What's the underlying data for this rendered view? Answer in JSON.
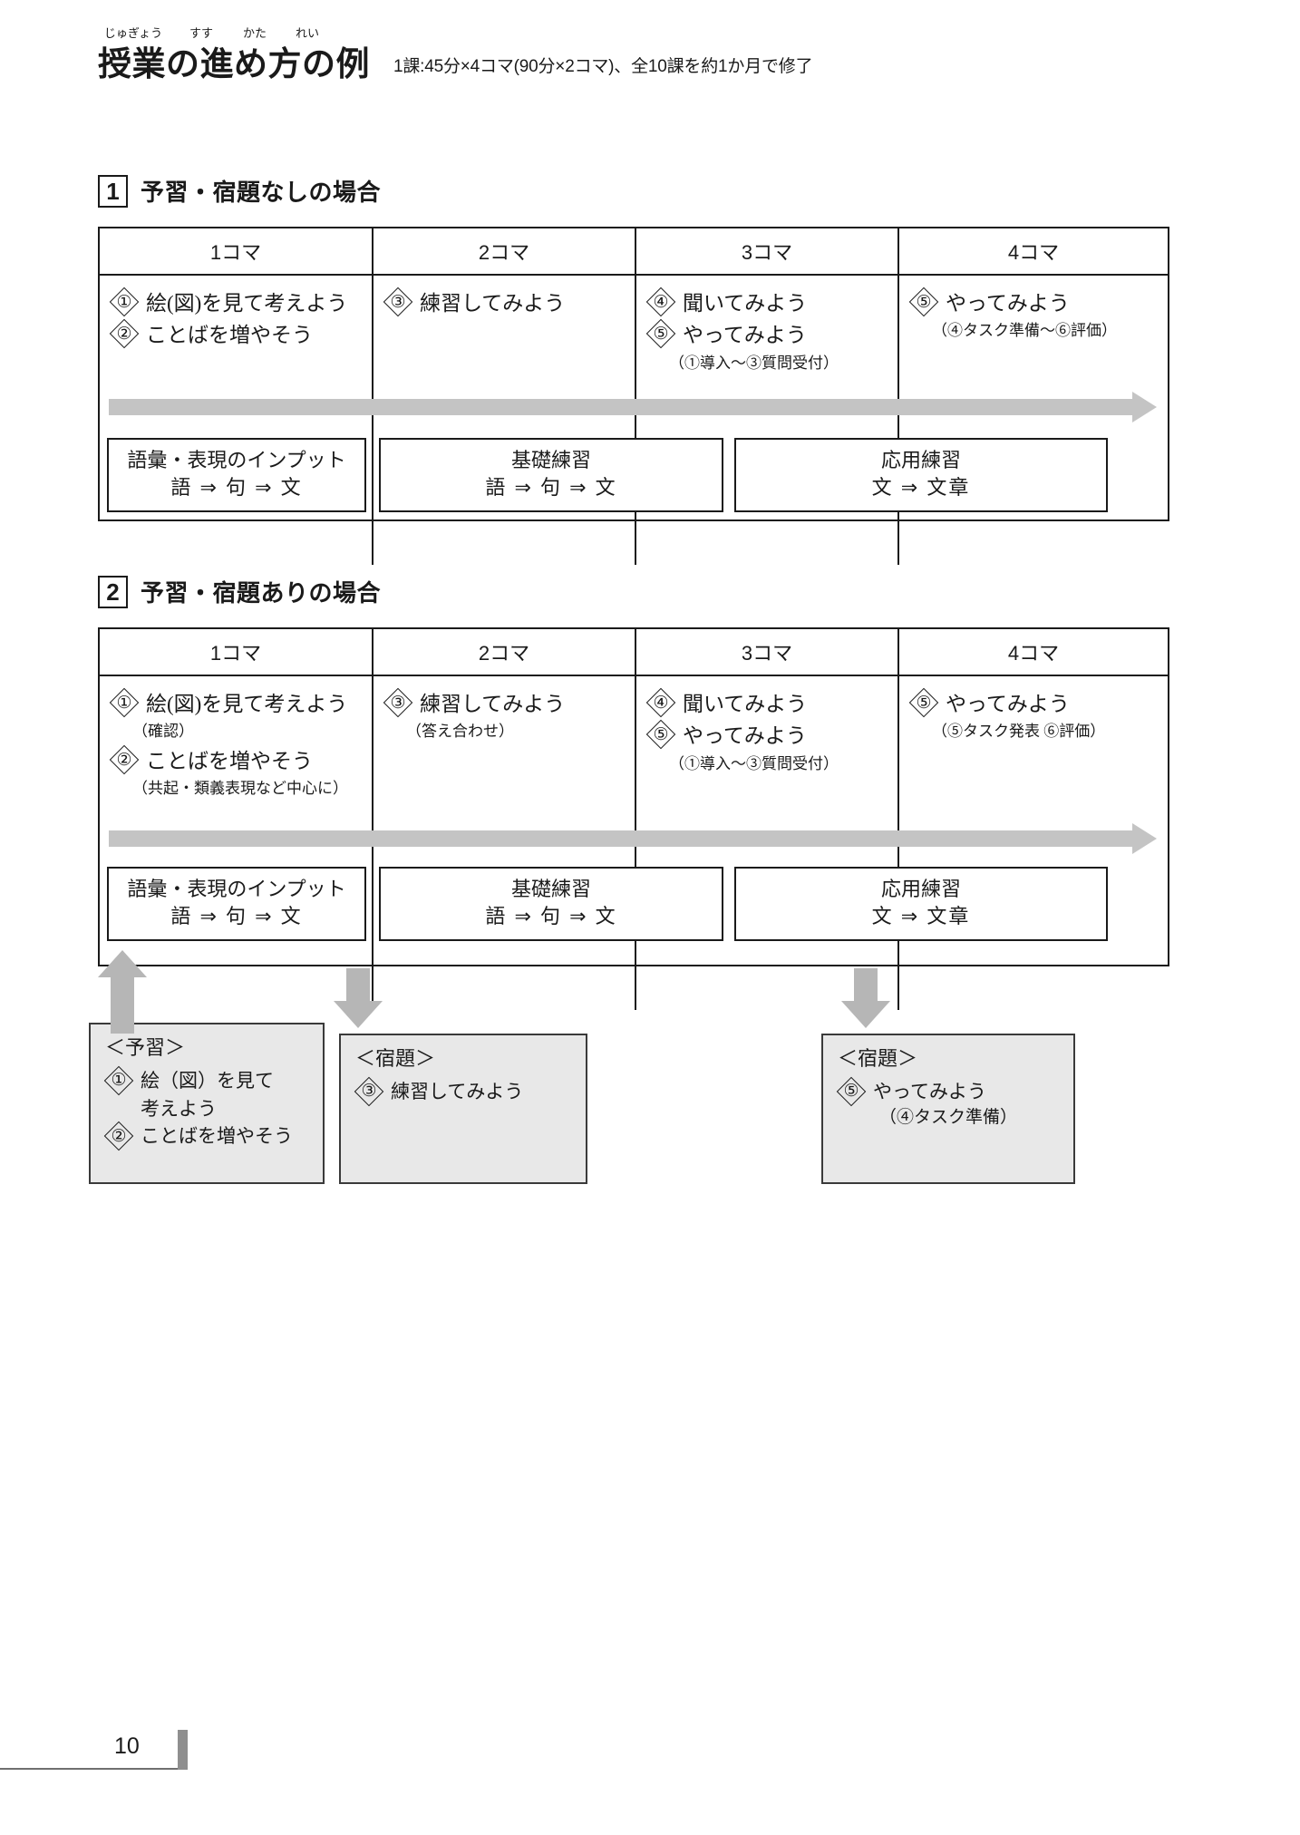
{
  "header": {
    "ruby": [
      "じゅぎょう",
      "すす",
      "かた",
      "れい"
    ],
    "title": "授業の進め方の例",
    "subtitle": "1課:45分×4コマ(90分×2コマ)、全10課を約1か月で修了"
  },
  "sections": [
    {
      "number": "1",
      "title": "予習・宿題なしの場合",
      "columns": [
        "1コマ",
        "2コマ",
        "3コマ",
        "4コマ"
      ],
      "cells": [
        {
          "tasks": [
            {
              "marker": "①",
              "text": "絵(図)を見て考えよう"
            },
            {
              "marker": "②",
              "text": "ことばを増やそう"
            }
          ],
          "notes": []
        },
        {
          "tasks": [
            {
              "marker": "③",
              "text": "練習してみよう"
            }
          ],
          "notes": []
        },
        {
          "tasks": [
            {
              "marker": "④",
              "text": "聞いてみよう"
            },
            {
              "marker": "⑤",
              "text": "やってみよう"
            }
          ],
          "notes": [
            "（①導入〜③質問受付）"
          ]
        },
        {
          "tasks": [
            {
              "marker": "⑤",
              "text": "やってみよう"
            }
          ],
          "notes": [
            "（④タスク準備〜⑥評価）"
          ]
        }
      ],
      "stages": [
        {
          "line1": "語彙・表現のインプット",
          "line2": "語 ⇒ 句 ⇒ 文"
        },
        {
          "line1": "基礎練習",
          "line2": "語 ⇒ 句 ⇒ 文"
        },
        {
          "line1": "応用練習",
          "line2": "文 ⇒ 文章"
        }
      ]
    },
    {
      "number": "2",
      "title": "予習・宿題ありの場合",
      "columns": [
        "1コマ",
        "2コマ",
        "3コマ",
        "4コマ"
      ],
      "cells": [
        {
          "tasks": [
            {
              "marker": "①",
              "text": "絵(図)を見て考えよう"
            },
            {
              "marker": "②",
              "text": "ことばを増やそう"
            }
          ],
          "note1": "（確認）",
          "note2": "（共起・類義表現など中心に）"
        },
        {
          "tasks": [
            {
              "marker": "③",
              "text": "練習してみよう"
            }
          ],
          "note1": "（答え合わせ）"
        },
        {
          "tasks": [
            {
              "marker": "④",
              "text": "聞いてみよう"
            },
            {
              "marker": "⑤",
              "text": "やってみよう"
            }
          ],
          "note2": "（①導入〜③質問受付）"
        },
        {
          "tasks": [
            {
              "marker": "⑤",
              "text": "やってみよう"
            }
          ],
          "note1": "（⑤タスク発表 ⑥評価）"
        }
      ],
      "stages": [
        {
          "line1": "語彙・表現のインプット",
          "line2": "語 ⇒ 句 ⇒ 文"
        },
        {
          "line1": "基礎練習",
          "line2": "語 ⇒ 句 ⇒ 文"
        },
        {
          "line1": "応用練習",
          "line2": "文 ⇒ 文章"
        }
      ]
    }
  ],
  "callouts": [
    {
      "title": "＜予習＞",
      "lines": [
        {
          "marker": "①",
          "text": "絵（図）を見て"
        },
        {
          "cont": "考えよう"
        },
        {
          "marker": "②",
          "text": "ことばを増やそう"
        }
      ]
    },
    {
      "title": "＜宿題＞",
      "lines": [
        {
          "marker": "③",
          "text": "練習してみよう"
        }
      ]
    },
    {
      "title": "＜宿題＞",
      "lines": [
        {
          "marker": "⑤",
          "text": "やってみよう"
        },
        {
          "note": "（④タスク準備）"
        }
      ]
    }
  ],
  "footer": {
    "page_number": "10"
  }
}
